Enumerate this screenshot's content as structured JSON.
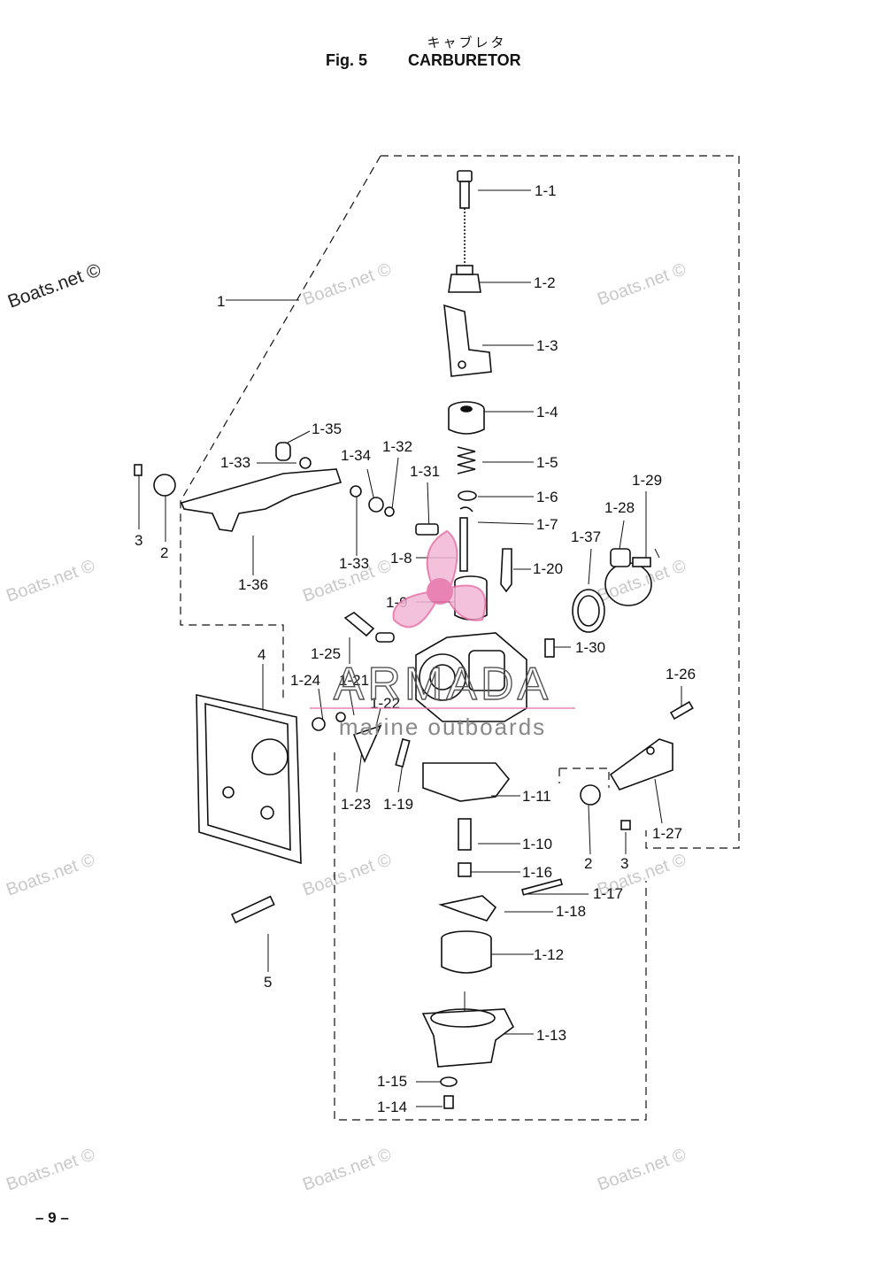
{
  "header": {
    "title_jp": "キャブレタ",
    "fig_number": "Fig. 5",
    "fig_title": "CARBURETOR"
  },
  "callouts": [
    "1-1",
    "1-2",
    "1-3",
    "1-4",
    "1-5",
    "1-6",
    "1-7",
    "1-8",
    "1-9",
    "1-10",
    "1-11",
    "1-12",
    "1-13",
    "1-14",
    "1-15",
    "1-16",
    "1-17",
    "1-18",
    "1-19",
    "1-20",
    "1-21",
    "1-22",
    "1-23",
    "1-24",
    "1-25",
    "1-26",
    "1-27",
    "1-28",
    "1-29",
    "1-30",
    "1-31",
    "1-32",
    "1-33",
    "1-34",
    "1-35",
    "1-36",
    "1-37",
    "1",
    "2",
    "3",
    "4",
    "5"
  ],
  "callouts_extra": [
    "1-33",
    "2",
    "3"
  ],
  "watermarks": {
    "boats": "Boats.net ©",
    "brand": "ARMADA",
    "brand_sub": "marine outboards"
  },
  "colors": {
    "brand_pink": "#e46ea8",
    "line": "#111111",
    "watermark": "#c9c9c9"
  },
  "footer": {
    "page_number": "– 9 –"
  }
}
